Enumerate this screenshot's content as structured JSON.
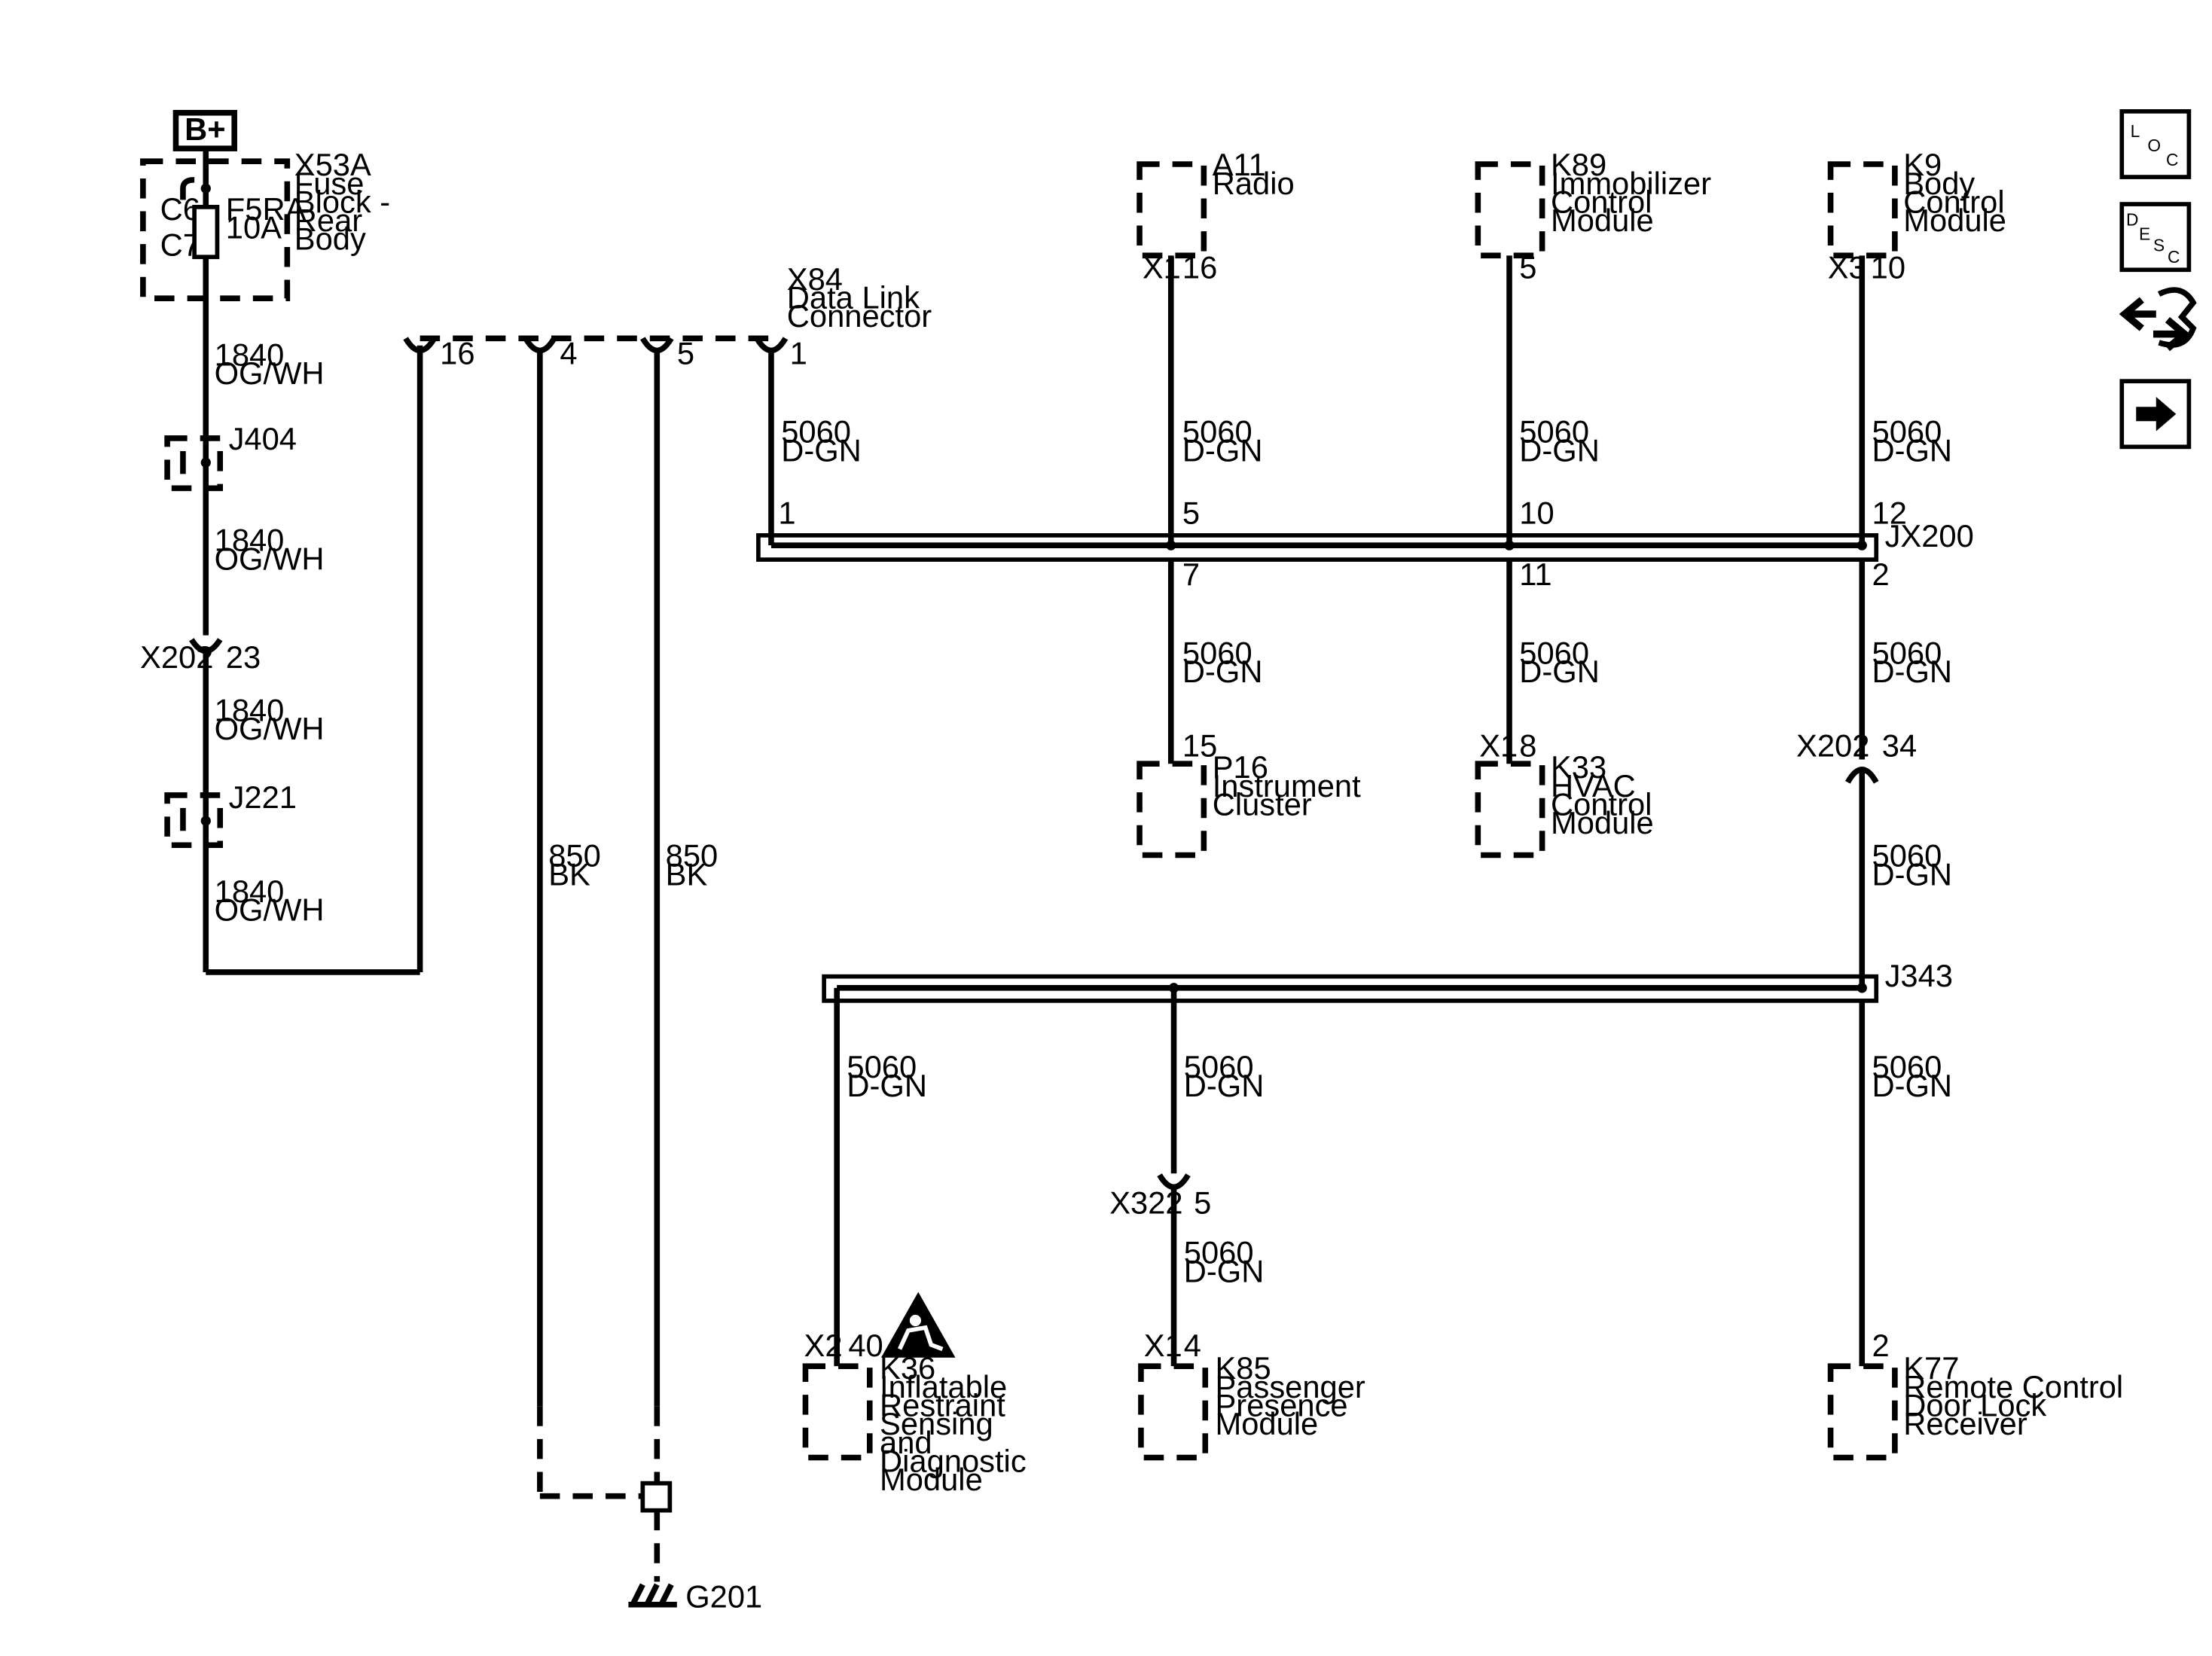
{
  "power": {
    "b_plus": "B+"
  },
  "fuse_block": {
    "id": "X53A",
    "name_lines": [
      "Fuse",
      "Block -",
      "Rear",
      "Body"
    ],
    "connector_top": "C6",
    "connector_bottom": "C7",
    "fuse_id": "F5RA",
    "fuse_rating": "10A"
  },
  "power_circuit": {
    "seg1": {
      "circuit": "1840",
      "color": "OG/WH"
    },
    "splice1": "J404",
    "seg2": {
      "circuit": "1840",
      "color": "OG/WH"
    },
    "inline_connector": {
      "id": "X202",
      "pin": "23"
    },
    "seg3": {
      "circuit": "1840",
      "color": "OG/WH"
    },
    "splice2": "J221",
    "seg4": {
      "circuit": "1840",
      "color": "OG/WH"
    }
  },
  "dlc": {
    "id": "X84",
    "name_lines": [
      "Data Link",
      "Connector"
    ],
    "pins": [
      "16",
      "4",
      "5",
      "1"
    ],
    "wire_pin1": {
      "circuit": "5060",
      "color": "D-GN"
    },
    "wire_pin4": {
      "circuit": "850",
      "color": "BK"
    },
    "wire_pin5": {
      "circuit": "850",
      "color": "BK"
    }
  },
  "ground": {
    "id": "G201"
  },
  "modules_top": [
    {
      "id": "A11",
      "name_lines": [
        "Radio"
      ],
      "connector": "X1",
      "pin": "16",
      "circuit": "5060",
      "color": "D-GN",
      "splice_pin": "5"
    },
    {
      "id": "K89",
      "name_lines": [
        "Immobilizer",
        "Control",
        "Module"
      ],
      "connector": "",
      "pin": "5",
      "circuit": "5060",
      "color": "D-GN",
      "splice_pin": "10"
    },
    {
      "id": "K9",
      "name_lines": [
        "Body",
        "Control",
        "Module"
      ],
      "connector": "X3",
      "pin": "10",
      "circuit": "5060",
      "color": "D-GN",
      "splice_pin": "12"
    }
  ],
  "splice_jx200": {
    "id": "JX200",
    "dlc_pin": "1",
    "bottom_pins": [
      "7",
      "11",
      "2"
    ]
  },
  "modules_mid": [
    {
      "id": "P16",
      "name_lines": [
        "Instrument",
        "Cluster"
      ],
      "connector": "",
      "pin": "15",
      "circuit": "5060",
      "color": "D-GN"
    },
    {
      "id": "K33",
      "name_lines": [
        "HVAC",
        "Control",
        "Module"
      ],
      "connector": "X1",
      "pin": "8",
      "circuit": "5060",
      "color": "D-GN"
    }
  ],
  "k9_downstream": {
    "seg1": {
      "circuit": "5060",
      "color": "D-GN"
    },
    "inline_connector": {
      "id": "X202",
      "pin": "34"
    },
    "seg2": {
      "circuit": "5060",
      "color": "D-GN"
    }
  },
  "splice_j343": {
    "id": "J343"
  },
  "modules_bottom": [
    {
      "id": "K36",
      "name_lines": [
        "Inflatable",
        "Restraint",
        "Sensing",
        "and",
        "Diagnostic",
        "Module"
      ],
      "connector": "X2",
      "pin": "40",
      "circuit": "5060",
      "color": "D-GN"
    },
    {
      "id": "K85",
      "name_lines": [
        "Passenger",
        "Presence",
        "Module"
      ],
      "connector": "X1",
      "pin": "4",
      "circuit_top": "5060",
      "color_top": "D-GN",
      "inline_connector": {
        "id": "X322",
        "pin": "5"
      },
      "circuit": "5060",
      "color": "D-GN"
    },
    {
      "id": "K77",
      "name_lines": [
        "Remote Control",
        "Door Lock",
        "Receiver"
      ],
      "connector": "",
      "pin": "2",
      "circuit": "5060",
      "color": "D-GN"
    }
  ],
  "side_icons": [
    {
      "label": "LOC",
      "icon": "location-icon"
    },
    {
      "label": "DESC",
      "icon": "description-icon"
    },
    {
      "icon": "wrench-service-icon"
    },
    {
      "icon": "arrow-right-icon"
    }
  ]
}
